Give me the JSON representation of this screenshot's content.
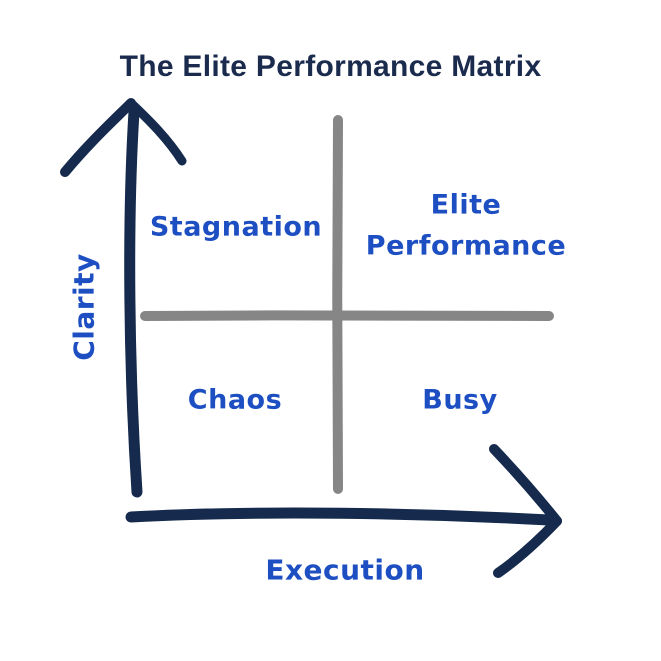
{
  "title": "The Elite Performance Matrix",
  "axes": {
    "y_label": "Clarity",
    "x_label": "Execution"
  },
  "quadrants": {
    "top_left": "Stagnation",
    "top_right_lines": [
      "Elite",
      "Performance"
    ],
    "bottom_left": "Chaos",
    "bottom_right": "Busy"
  },
  "colors": {
    "background": "#ffffff",
    "title_navy": "#1b2b4e",
    "arrow_navy": "#152a4d",
    "label_blue": "#1d4fc2",
    "grid_gray": "#868686"
  }
}
